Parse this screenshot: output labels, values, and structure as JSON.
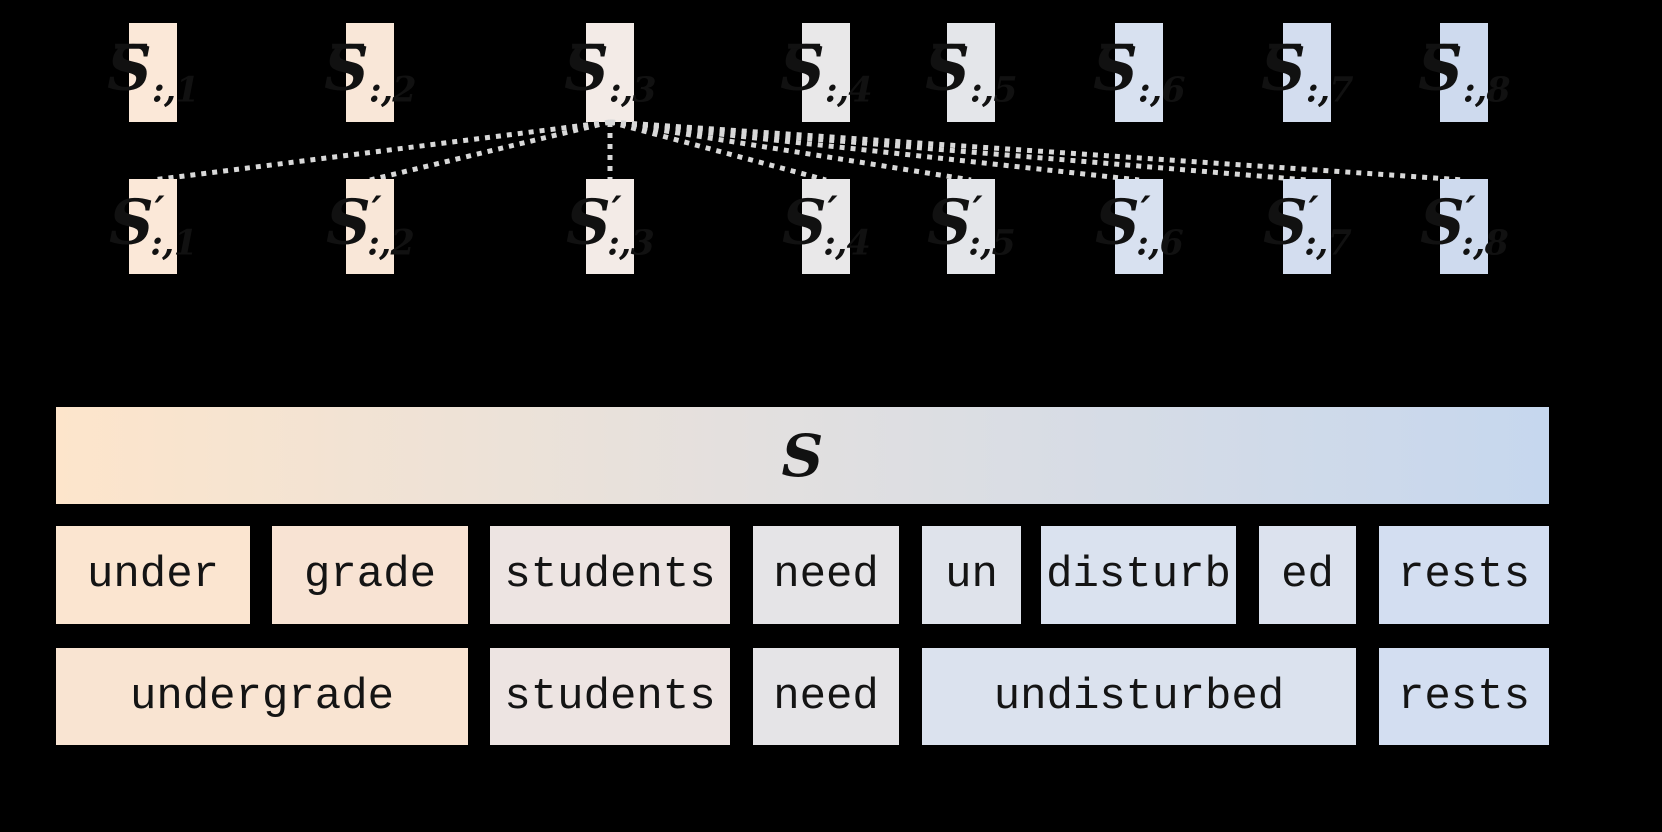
{
  "colors": {
    "background": "#000000",
    "text": "#111111",
    "connector": "#d8d8d8",
    "gradient_left": "#fde5cb",
    "gradient_mid": "#e3e0df",
    "gradient_right": "#c6d7ee"
  },
  "matrix_bar": {
    "label": "S"
  },
  "columns": {
    "top": [
      {
        "base": "S",
        "sub": ":,1",
        "color": "#fbe8d8"
      },
      {
        "base": "S",
        "sub": ":,2",
        "color": "#f9e7d8"
      },
      {
        "base": "S",
        "sub": ":,3",
        "color": "#f3ebe7"
      },
      {
        "base": "S",
        "sub": ":,4",
        "color": "#e9e8e9"
      },
      {
        "base": "S",
        "sub": ":,5",
        "color": "#e4e6ea"
      },
      {
        "base": "S",
        "sub": ":,6",
        "color": "#d8e1f0"
      },
      {
        "base": "S",
        "sub": ":,7",
        "color": "#d3ddef"
      },
      {
        "base": "S",
        "sub": ":,8",
        "color": "#cedaee"
      }
    ],
    "bottom": [
      {
        "base": "S",
        "prime": "′",
        "sub": ":,1",
        "color": "#fbe8d8"
      },
      {
        "base": "S",
        "prime": "′",
        "sub": ":,2",
        "color": "#f9e7d8"
      },
      {
        "base": "S",
        "prime": "′",
        "sub": ":,3",
        "color": "#f3ebe7"
      },
      {
        "base": "S",
        "prime": "′",
        "sub": ":,4",
        "color": "#e9e8e9"
      },
      {
        "base": "S",
        "prime": "′",
        "sub": ":,5",
        "color": "#e4e6ea"
      },
      {
        "base": "S",
        "prime": "′",
        "sub": ":,6",
        "color": "#d8e1f0"
      },
      {
        "base": "S",
        "prime": "′",
        "sub": ":,7",
        "color": "#d3ddef"
      },
      {
        "base": "S",
        "prime": "′",
        "sub": ":,8",
        "color": "#cedaee"
      }
    ]
  },
  "tokens": {
    "row1": [
      {
        "text": "under",
        "color": "#fbe5d0"
      },
      {
        "text": "grade",
        "color": "#f8e3d3"
      },
      {
        "text": "students",
        "color": "#ede4e2"
      },
      {
        "text": "need",
        "color": "#e5e4e7"
      },
      {
        "text": "un",
        "color": "#dfe3eb"
      },
      {
        "text": "disturb",
        "color": "#dae2ef"
      },
      {
        "text": "ed",
        "color": "#dce2ee"
      },
      {
        "text": "rests",
        "color": "#d3def1"
      }
    ],
    "row2": [
      {
        "text": "undergrade",
        "color": "#f9e4d2"
      },
      {
        "text": "students",
        "color": "#ede4e2"
      },
      {
        "text": "need",
        "color": "#e5e4e7"
      },
      {
        "text": "undisturbed",
        "color": "#dbe2ee"
      },
      {
        "text": "rests",
        "color": "#d3def1"
      }
    ]
  }
}
